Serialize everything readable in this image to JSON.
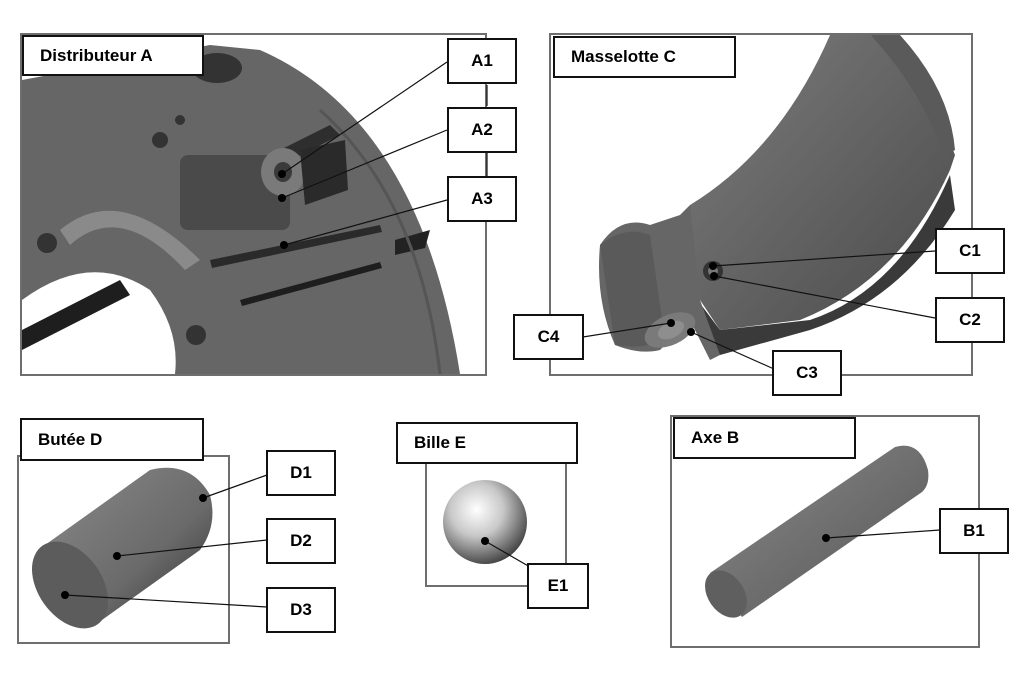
{
  "parts": {
    "distributeur": {
      "title": "Distributeur A",
      "labels": [
        "A1",
        "A2",
        "A3"
      ]
    },
    "masselotte": {
      "title": "Masselotte C",
      "labels": [
        "C1",
        "C2",
        "C3",
        "C4"
      ]
    },
    "butee": {
      "title": "Butée D",
      "labels": [
        "D1",
        "D2",
        "D3"
      ]
    },
    "bille": {
      "title": "Bille E",
      "labels": [
        "E1"
      ]
    },
    "axe": {
      "title": "Axe B",
      "labels": [
        "B1"
      ]
    }
  },
  "colors": {
    "part_gray": "#6a6a6a",
    "frame_gray": "#6e6e6e",
    "text": "#000000"
  }
}
